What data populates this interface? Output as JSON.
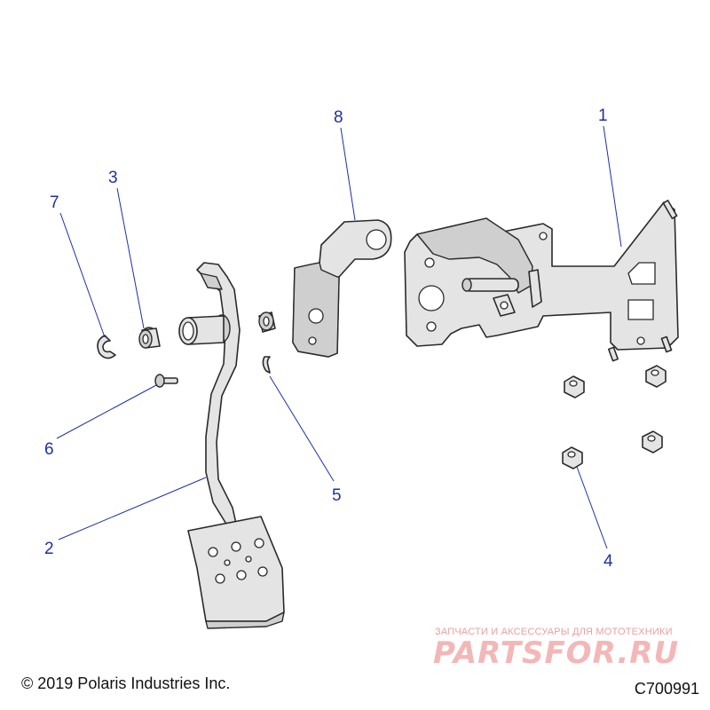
{
  "diagram": {
    "callouts": [
      "1",
      "2",
      "3",
      "4",
      "5",
      "6",
      "7",
      "8"
    ],
    "copyright": "© 2019 Polaris Industries Inc.",
    "drawing_code": "C700991",
    "watermark": {
      "tagline": "ЗАПЧАСТИ И АКСЕССУАРЫ ДЛЯ МОТОТЕХНИКИ",
      "logo": "PARTSFOR.RU"
    },
    "colors": {
      "callout": "#1f2fa8",
      "part_fill": "#e4e4e4",
      "watermark": "#f3b7b7"
    }
  }
}
